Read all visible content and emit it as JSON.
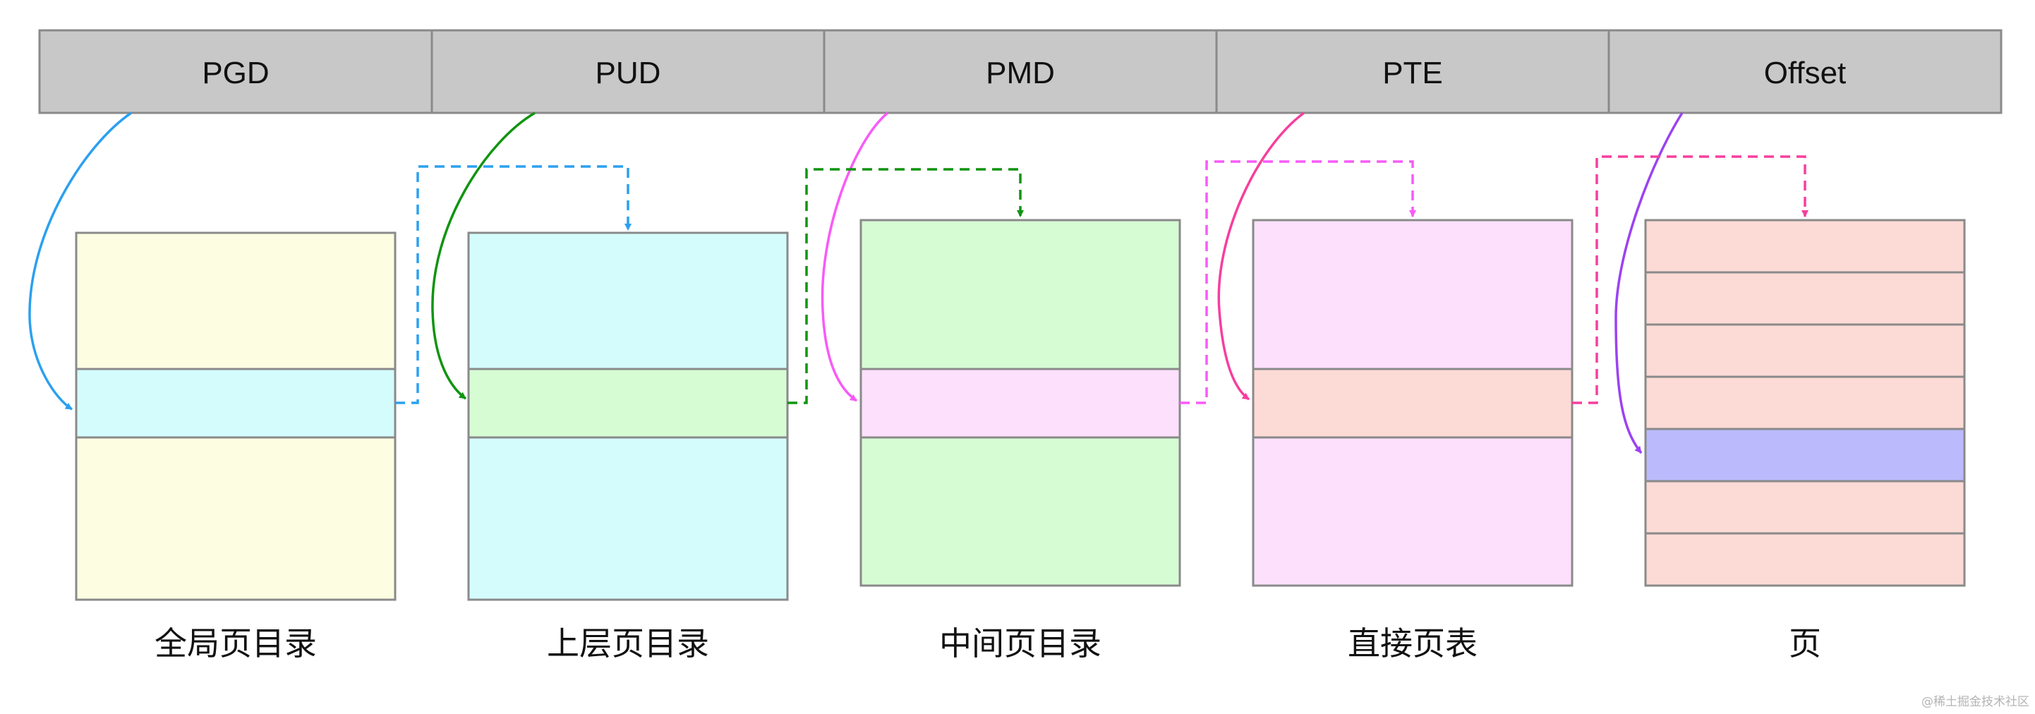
{
  "header": {
    "fields": [
      {
        "id": "pgd",
        "label": "PGD"
      },
      {
        "id": "pud",
        "label": "PUD"
      },
      {
        "id": "pmd",
        "label": "PMD"
      },
      {
        "id": "pte",
        "label": "PTE"
      },
      {
        "id": "offset",
        "label": "Offset"
      }
    ],
    "fill": "#c8c8c8",
    "stroke": "#8a8a8a"
  },
  "tables": [
    {
      "id": "pgd",
      "caption": "全局页目录",
      "fill": "#fdfde2",
      "highlight": "#d4fcfc"
    },
    {
      "id": "pud",
      "caption": "上层页目录",
      "fill": "#d4fcfc",
      "highlight": "#d6fcd4"
    },
    {
      "id": "pmd",
      "caption": "中间页目录",
      "fill": "#d6fcd4",
      "highlight": "#fce0fc"
    },
    {
      "id": "pte",
      "caption": "直接页表",
      "fill": "#fce0fc",
      "highlight": "#fcdad6"
    },
    {
      "id": "page",
      "caption": "页",
      "fill": "#fcdad6",
      "highlight": "#babafc"
    }
  ],
  "arrow_colors": {
    "pgd": "#2ba0f0",
    "pud": "#109410",
    "pmd": "#f85af8",
    "pte": "#f73e9e",
    "offset": "#9b42f2"
  },
  "watermark": "@稀土掘金技术社区"
}
